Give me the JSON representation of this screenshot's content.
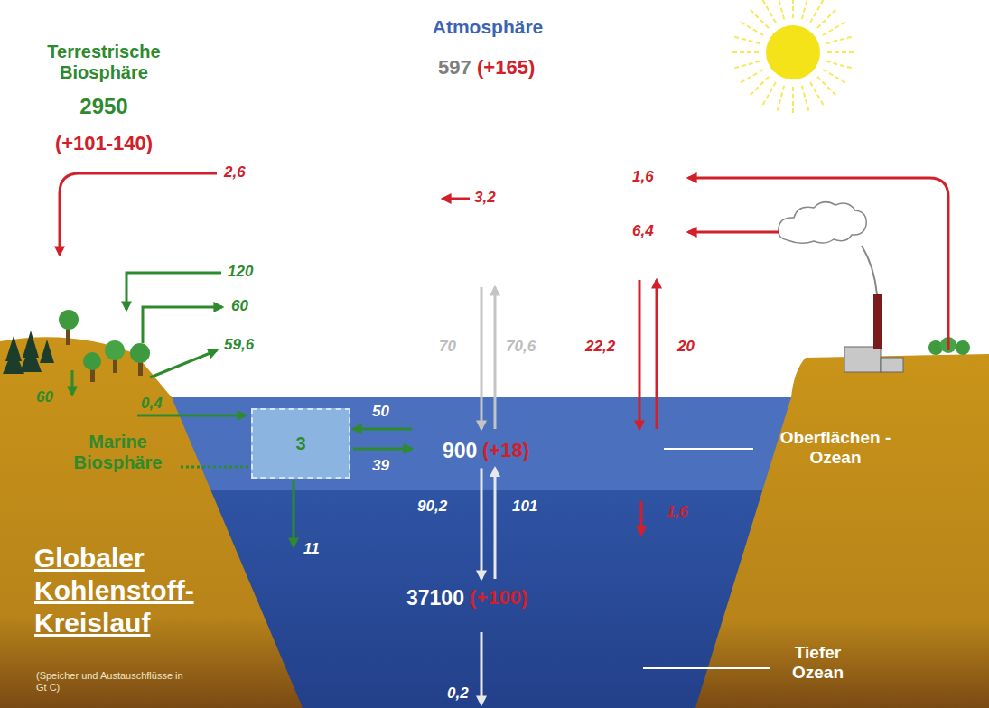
{
  "diagram": {
    "nodes": [
      {
        "text": [
          "900",
          "(+18)"
        ]
      },
      {
        "text": [
          "37100",
          "(+100)"
        ]
      },
      {
        "text": [
          "3"
        ],
        "in": 0
      }
    ],
    "edges": [
      {
        "from": 0,
        "to": 2,
        "arrow": "to",
        "label": "50"
      },
      {
        "from": 2,
        "to": 0,
        "arrow": "to",
        "label": "39"
      },
      {
        "from": 0,
        "to": 1,
        "arrow": "to",
        "label": "90,2"
      },
      {
        "from": 1,
        "to": 0,
        "arrow": "to",
        "label": "101"
      },
      {
        "from": 2,
        "to": 1,
        "arrow": "to",
        "label": "11"
      }
    ],
    "labels": [
      "Terrestrische Biosphäre",
      "2950",
      "(+101-140)",
      "Atmosphäre",
      "597",
      "(+165)",
      "2,6",
      "3,2",
      "1,6",
      "6,4",
      "120",
      "60",
      "59,6",
      "60",
      "0,4",
      "70",
      "70,6",
      "22,2",
      "20",
      "Oberflächen - Ozean",
      "Marine Biosphäre",
      "1,6",
      "Globaler Kohlenstoff- Kreislauf",
      "(Speicher und Austauschflüsse in Gt C)",
      "Tiefer Ozean",
      "0,2"
    ]
  }
}
